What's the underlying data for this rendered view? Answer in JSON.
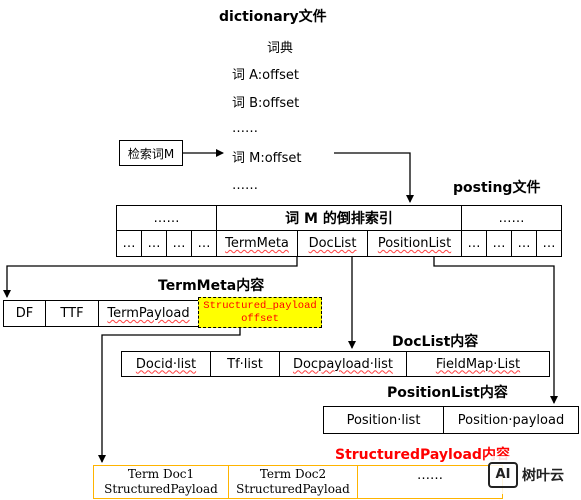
{
  "dictionary": {
    "title": "dictionary文件",
    "header": "词典",
    "rows": [
      "词 A:offset",
      "词 B:offset",
      "……",
      "词 M:offset",
      "……"
    ]
  },
  "search_term": "检索词M",
  "posting": {
    "title": "posting文件",
    "top_left": "……",
    "top_mid": "词 M 的倒排索引",
    "top_right": "……",
    "left_dots": [
      "…",
      "…",
      "…",
      "…"
    ],
    "cells": [
      "TermMeta",
      "DocList",
      "PositionList"
    ],
    "right_dots": [
      "…",
      "…",
      "…",
      "…"
    ]
  },
  "termmeta": {
    "title": "TermMeta内容",
    "cells": [
      "DF",
      "TTF",
      "TermPayload"
    ],
    "highlight": "Structured_payload offset"
  },
  "doclist": {
    "title": "DocList内容",
    "cells": [
      "Docid·list",
      "Tf·list",
      "Docpayload·list",
      "FieldMap·List"
    ]
  },
  "positionlist": {
    "title": "PositionList内容",
    "cells": [
      "Position·list",
      "Position·payload"
    ]
  },
  "structured_payload": {
    "title": "StructuredPayload内容",
    "cells": [
      "Term Doc1 StructuredPayload",
      "Term Doc2 StructuredPayload",
      "……"
    ]
  },
  "watermark": "树叶云",
  "colors": {
    "highlight_fill": "#ffff00",
    "highlight_text": "#ff0000",
    "payload_border": "#ffb400",
    "payload_title": "#ff0000"
  }
}
